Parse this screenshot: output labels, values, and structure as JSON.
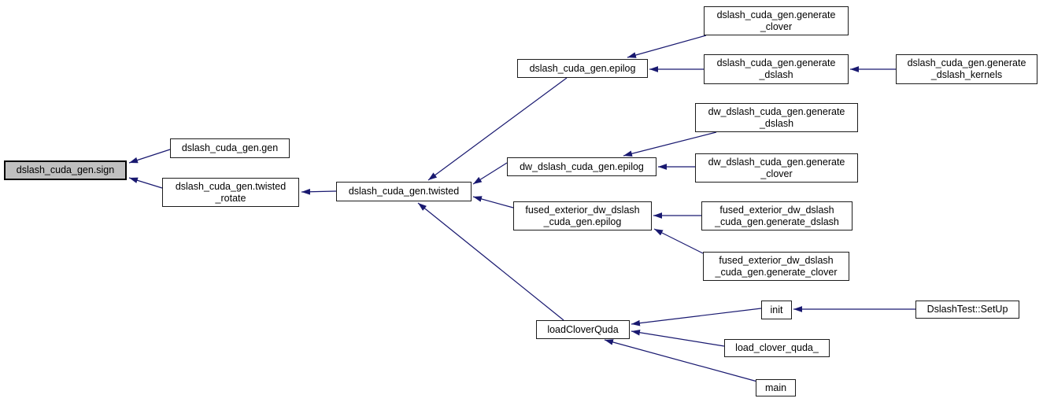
{
  "diagram": {
    "type": "caller-graph",
    "background_color": "#ffffff",
    "edge_color": "#191970",
    "node_border_color": "#1c1c1c",
    "highlight_fill": "#c0c0c0",
    "nodes": {
      "sign": {
        "label": "dslash_cuda_gen.sign",
        "highlighted": true
      },
      "gen": {
        "label": "dslash_cuda_gen.gen"
      },
      "twisted_rotate": {
        "label": "dslash_cuda_gen.twisted\n_rotate"
      },
      "twisted": {
        "label": "dslash_cuda_gen.twisted"
      },
      "epilog": {
        "label": "dslash_cuda_gen.epilog"
      },
      "generate_clover": {
        "label": "dslash_cuda_gen.generate\n_clover"
      },
      "generate_dslash": {
        "label": "dslash_cuda_gen.generate\n_dslash"
      },
      "generate_dslash_kernels": {
        "label": "dslash_cuda_gen.generate\n_dslash_kernels"
      },
      "dw_generate_dslash": {
        "label": "dw_dslash_cuda_gen.generate\n_dslash"
      },
      "dw_epilog": {
        "label": "dw_dslash_cuda_gen.epilog"
      },
      "dw_generate_clover": {
        "label": "dw_dslash_cuda_gen.generate\n_clover"
      },
      "fused_epilog": {
        "label": "fused_exterior_dw_dslash\n_cuda_gen.epilog"
      },
      "fused_generate_dslash": {
        "label": "fused_exterior_dw_dslash\n_cuda_gen.generate_dslash"
      },
      "fused_generate_clover": {
        "label": "fused_exterior_dw_dslash\n_cuda_gen.generate_clover"
      },
      "load_clover_quda": {
        "label": "loadCloverQuda"
      },
      "init": {
        "label": "init"
      },
      "dslash_test_setup": {
        "label": "DslashTest::SetUp"
      },
      "load_clover_quda_fortran": {
        "label": "load_clover_quda_"
      },
      "main": {
        "label": "main"
      }
    },
    "edges": [
      {
        "from": "dslash_cuda_gen.gen",
        "to": "dslash_cuda_gen.sign"
      },
      {
        "from": "dslash_cuda_gen.twisted_rotate",
        "to": "dslash_cuda_gen.sign"
      },
      {
        "from": "dslash_cuda_gen.twisted",
        "to": "dslash_cuda_gen.twisted_rotate"
      },
      {
        "from": "dslash_cuda_gen.epilog",
        "to": "dslash_cuda_gen.twisted"
      },
      {
        "from": "dw_dslash_cuda_gen.epilog",
        "to": "dslash_cuda_gen.twisted"
      },
      {
        "from": "fused_exterior_dw_dslash_cuda_gen.epilog",
        "to": "dslash_cuda_gen.twisted"
      },
      {
        "from": "loadCloverQuda",
        "to": "dslash_cuda_gen.twisted"
      },
      {
        "from": "dslash_cuda_gen.generate_clover",
        "to": "dslash_cuda_gen.epilog"
      },
      {
        "from": "dslash_cuda_gen.generate_dslash",
        "to": "dslash_cuda_gen.epilog"
      },
      {
        "from": "dslash_cuda_gen.generate_dslash_kernels",
        "to": "dslash_cuda_gen.generate_dslash"
      },
      {
        "from": "dw_dslash_cuda_gen.generate_dslash",
        "to": "dw_dslash_cuda_gen.epilog"
      },
      {
        "from": "dw_dslash_cuda_gen.generate_clover",
        "to": "dw_dslash_cuda_gen.epilog"
      },
      {
        "from": "fused_exterior_dw_dslash_cuda_gen.generate_dslash",
        "to": "fused_exterior_dw_dslash_cuda_gen.epilog"
      },
      {
        "from": "fused_exterior_dw_dslash_cuda_gen.generate_clover",
        "to": "fused_exterior_dw_dslash_cuda_gen.epilog"
      },
      {
        "from": "init",
        "to": "loadCloverQuda"
      },
      {
        "from": "load_clover_quda_",
        "to": "loadCloverQuda"
      },
      {
        "from": "main",
        "to": "loadCloverQuda"
      },
      {
        "from": "DslashTest::SetUp",
        "to": "init"
      }
    ]
  }
}
